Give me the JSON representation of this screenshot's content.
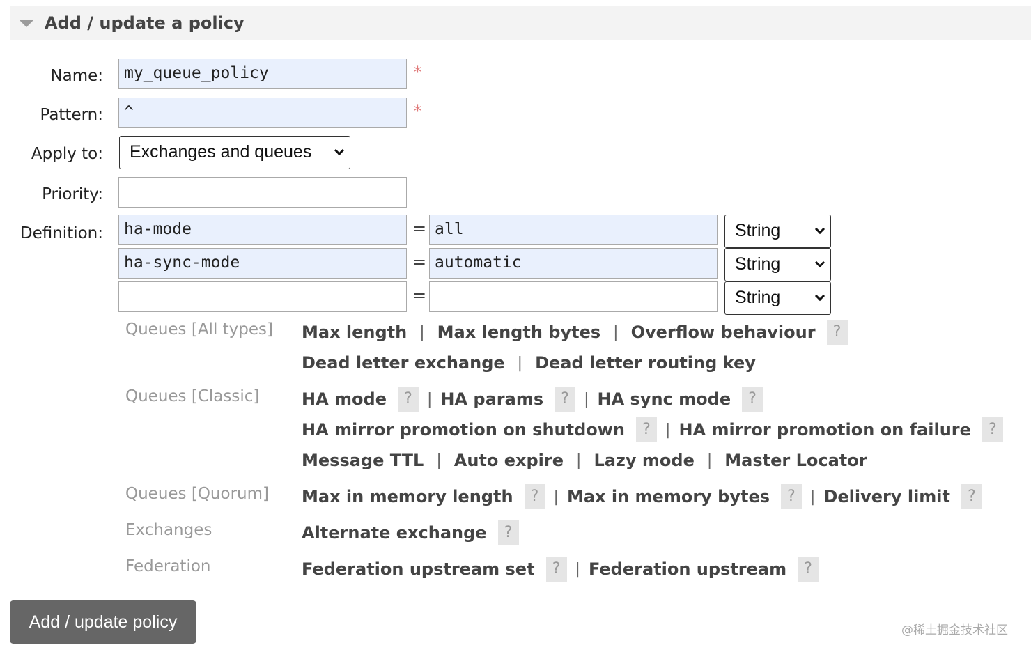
{
  "section": {
    "title": "Add / update a policy"
  },
  "form": {
    "name_label": "Name:",
    "name_value": "my_queue_policy",
    "pattern_label": "Pattern:",
    "pattern_value": "^",
    "apply_label": "Apply to:",
    "apply_value": "Exchanges and queues",
    "priority_label": "Priority:",
    "priority_value": "",
    "definition_label": "Definition:",
    "required_mark": "*",
    "equals": "=",
    "definitions": [
      {
        "key": "ha-mode",
        "value": "all",
        "type": "String"
      },
      {
        "key": "ha-sync-mode",
        "value": "automatic",
        "type": "String"
      },
      {
        "key": "",
        "value": "",
        "type": "String"
      }
    ]
  },
  "help_mark": "?",
  "separator": "|",
  "categories": {
    "all_types": {
      "label": "Queues [All types]",
      "links": [
        "Max length",
        "Max length bytes",
        "Overflow behaviour",
        "Dead letter exchange",
        "Dead letter routing key"
      ]
    },
    "classic": {
      "label": "Queues [Classic]",
      "links": [
        "HA mode",
        "HA params",
        "HA sync mode",
        "HA mirror promotion on shutdown",
        "HA mirror promotion on failure",
        "Message TTL",
        "Auto expire",
        "Lazy mode",
        "Master Locator"
      ]
    },
    "quorum": {
      "label": "Queues [Quorum]",
      "links": [
        "Max in memory length",
        "Max in memory bytes",
        "Delivery limit"
      ]
    },
    "exchanges": {
      "label": "Exchanges",
      "links": [
        "Alternate exchange"
      ]
    },
    "federation": {
      "label": "Federation",
      "links": [
        "Federation upstream set",
        "Federation upstream"
      ]
    }
  },
  "submit_label": "Add / update policy",
  "watermark": "@稀土掘金技术社区",
  "colors": {
    "input_bg": "#e9f0fd",
    "required": "#e07a7a",
    "button_bg": "#666666",
    "header_bg": "#f3f3f3"
  },
  "icons": {
    "collapse": "triangle-down-icon",
    "select": "chevron-down-icon"
  }
}
